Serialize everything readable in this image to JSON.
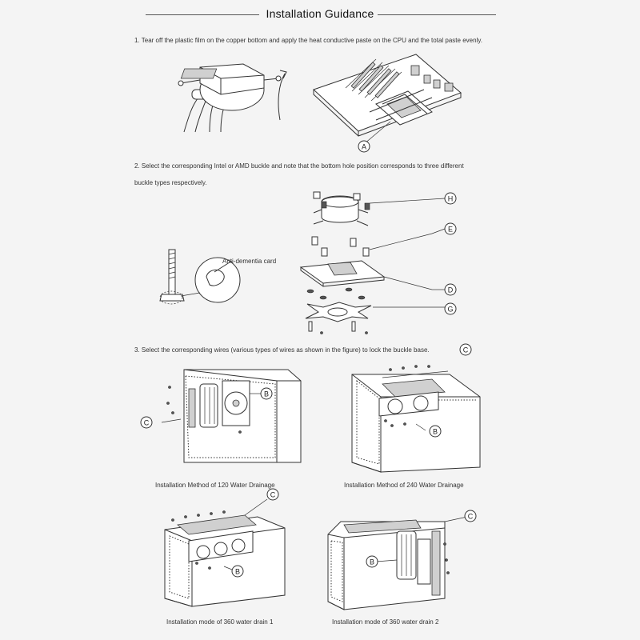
{
  "header": {
    "title": "Installation Guidance"
  },
  "steps": [
    {
      "text": "1. Tear off the plastic film on the copper bottom and apply the heat conductive paste on the CPU and the total paste evenly."
    },
    {
      "text_line1": "2. Select the corresponding Intel or AMD buckle and note that the bottom hole position corresponds to three different",
      "text_line2": "buckle types respectively."
    },
    {
      "text": "3. Select the corresponding wires (various types of wires as shown in the figure) to lock the buckle base."
    }
  ],
  "step1": {
    "callout_a": "A"
  },
  "step2": {
    "card_label": "Anti-dementia card",
    "callouts": {
      "h": "H",
      "e": "E",
      "d": "D",
      "g": "G"
    }
  },
  "step3": {
    "callout_step": "C",
    "figures": [
      {
        "caption": "Installation Method of 120 Water Drainage",
        "callout_b": "B",
        "callout_c": "C"
      },
      {
        "caption": "Installation Method of 240 Water Drainage",
        "callout_b": "B"
      },
      {
        "caption": "Installation mode of 360 water drain 1",
        "callout_b": "B",
        "callout_c": "C"
      },
      {
        "caption": "Installation mode of 360 water drain 2",
        "callout_b": "B",
        "callout_c": "C"
      }
    ]
  }
}
